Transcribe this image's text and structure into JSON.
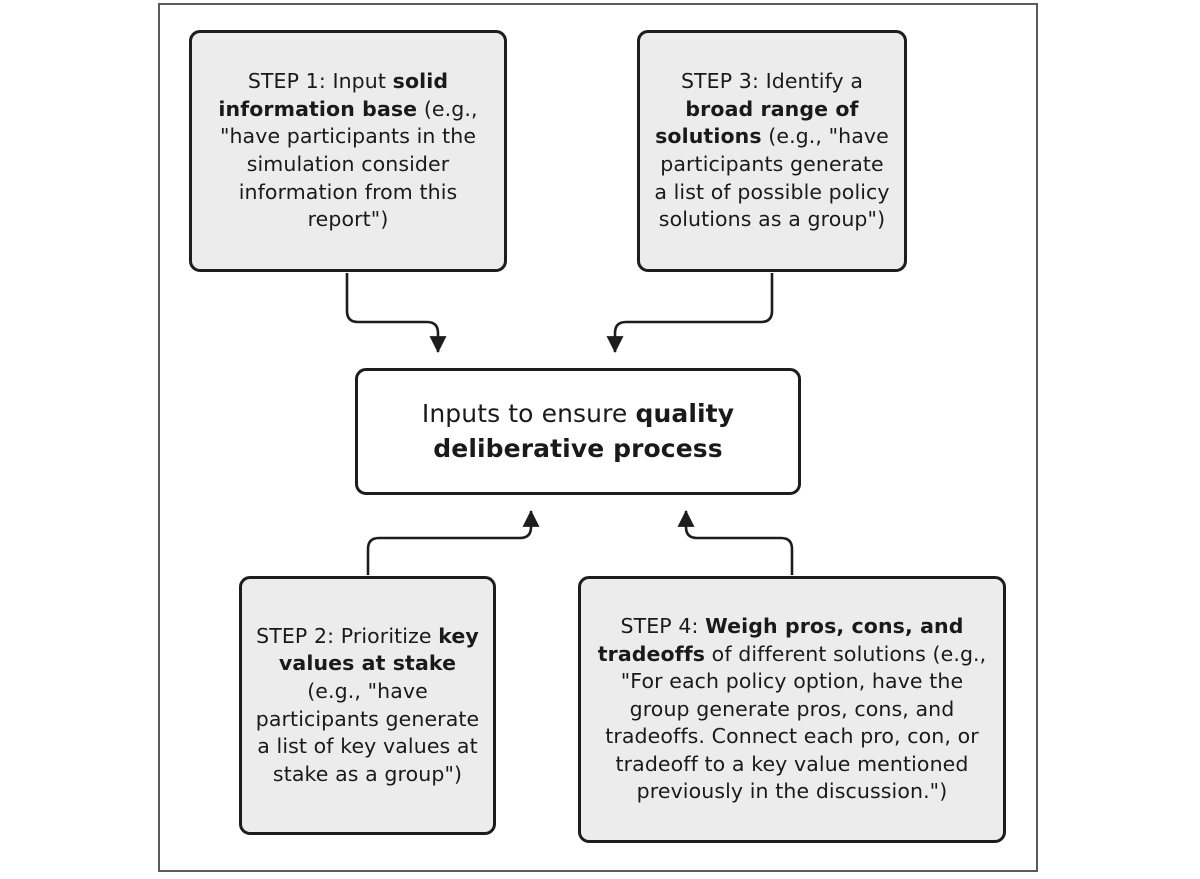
{
  "figure": {
    "type": "flowchart",
    "title": "Inputs to ensure quality deliberative process",
    "orientation": "two-top-boxes-and-two-bottom-boxes-converging-on-center",
    "colors": {
      "step_fill": "#ececec",
      "center_fill": "#ffffff",
      "node_border": "#1d1d1d",
      "connector": "#1d1d1d",
      "frame_border": "#5a5a5a",
      "text": "#1a1a1a"
    }
  },
  "nodes": {
    "step1": {
      "id": "step1",
      "label": "STEP 1: Input solid information base (e.g., \"have participants in the simulation consider information from this report\")",
      "segments": [
        {
          "text": "STEP 1: Input ",
          "bold": false
        },
        {
          "text": "solid information base",
          "bold": true
        },
        {
          "text": " (e.g., \"have participants in the simulation consider information from this report\")",
          "bold": false
        }
      ]
    },
    "step3": {
      "id": "step3",
      "label": "STEP 3: Identify a broad range of solutions (e.g., \"have participants generate a list of possible policy solutions as a group\")",
      "segments": [
        {
          "text": "STEP 3: Identify a ",
          "bold": false
        },
        {
          "text": "broad range of solutions",
          "bold": true
        },
        {
          "text": " (e.g., \"have participants generate a list of possible policy solutions as a group\")",
          "bold": false
        }
      ]
    },
    "center": {
      "id": "center",
      "label": "Inputs to ensure quality deliberative process",
      "segments": [
        {
          "text": "Inputs to ensure ",
          "bold": false
        },
        {
          "text": "quality deliberative process",
          "bold": true
        }
      ]
    },
    "step2": {
      "id": "step2",
      "label": "STEP 2: Prioritize key values at stake (e.g., \"have participants generate a list of key values at stake as a group\")",
      "segments": [
        {
          "text": "STEP 2: Prioritize ",
          "bold": false
        },
        {
          "text": "key values at stake",
          "bold": true
        },
        {
          "text": " (e.g., \"have participants generate a list of key values at stake as a group\")",
          "bold": false
        }
      ]
    },
    "step4": {
      "id": "step4",
      "label": "STEP 4: Weigh pros, cons, and tradeoffs of different solutions (e.g., \"For each policy option, have the group generate pros, cons, and tradeoffs. Connect each pro, con, or tradeoff to a key value mentioned previously in the discussion.\")",
      "segments": [
        {
          "text": "STEP 4: ",
          "bold": false
        },
        {
          "text": "Weigh pros, cons, and tradeoffs",
          "bold": true
        },
        {
          "text": " of different solutions (e.g., \"For each policy option, have the group generate pros, cons, and tradeoffs. Connect each pro, con, or tradeoff to a key value mentioned previously in the discussion.\")",
          "bold": false
        }
      ]
    }
  },
  "connectors": [
    {
      "id": "step1-to-center",
      "from": "step1",
      "to": "center",
      "arrow_at": "center-top-left",
      "style": "elbow"
    },
    {
      "id": "step3-to-center",
      "from": "step3",
      "to": "center",
      "arrow_at": "center-top-right",
      "style": "elbow"
    },
    {
      "id": "step2-to-center",
      "from": "step2",
      "to": "center",
      "arrow_at": "center-bottom-left",
      "style": "elbow"
    },
    {
      "id": "step4-to-center",
      "from": "step4",
      "to": "center",
      "arrow_at": "center-bottom-right",
      "style": "elbow"
    }
  ]
}
